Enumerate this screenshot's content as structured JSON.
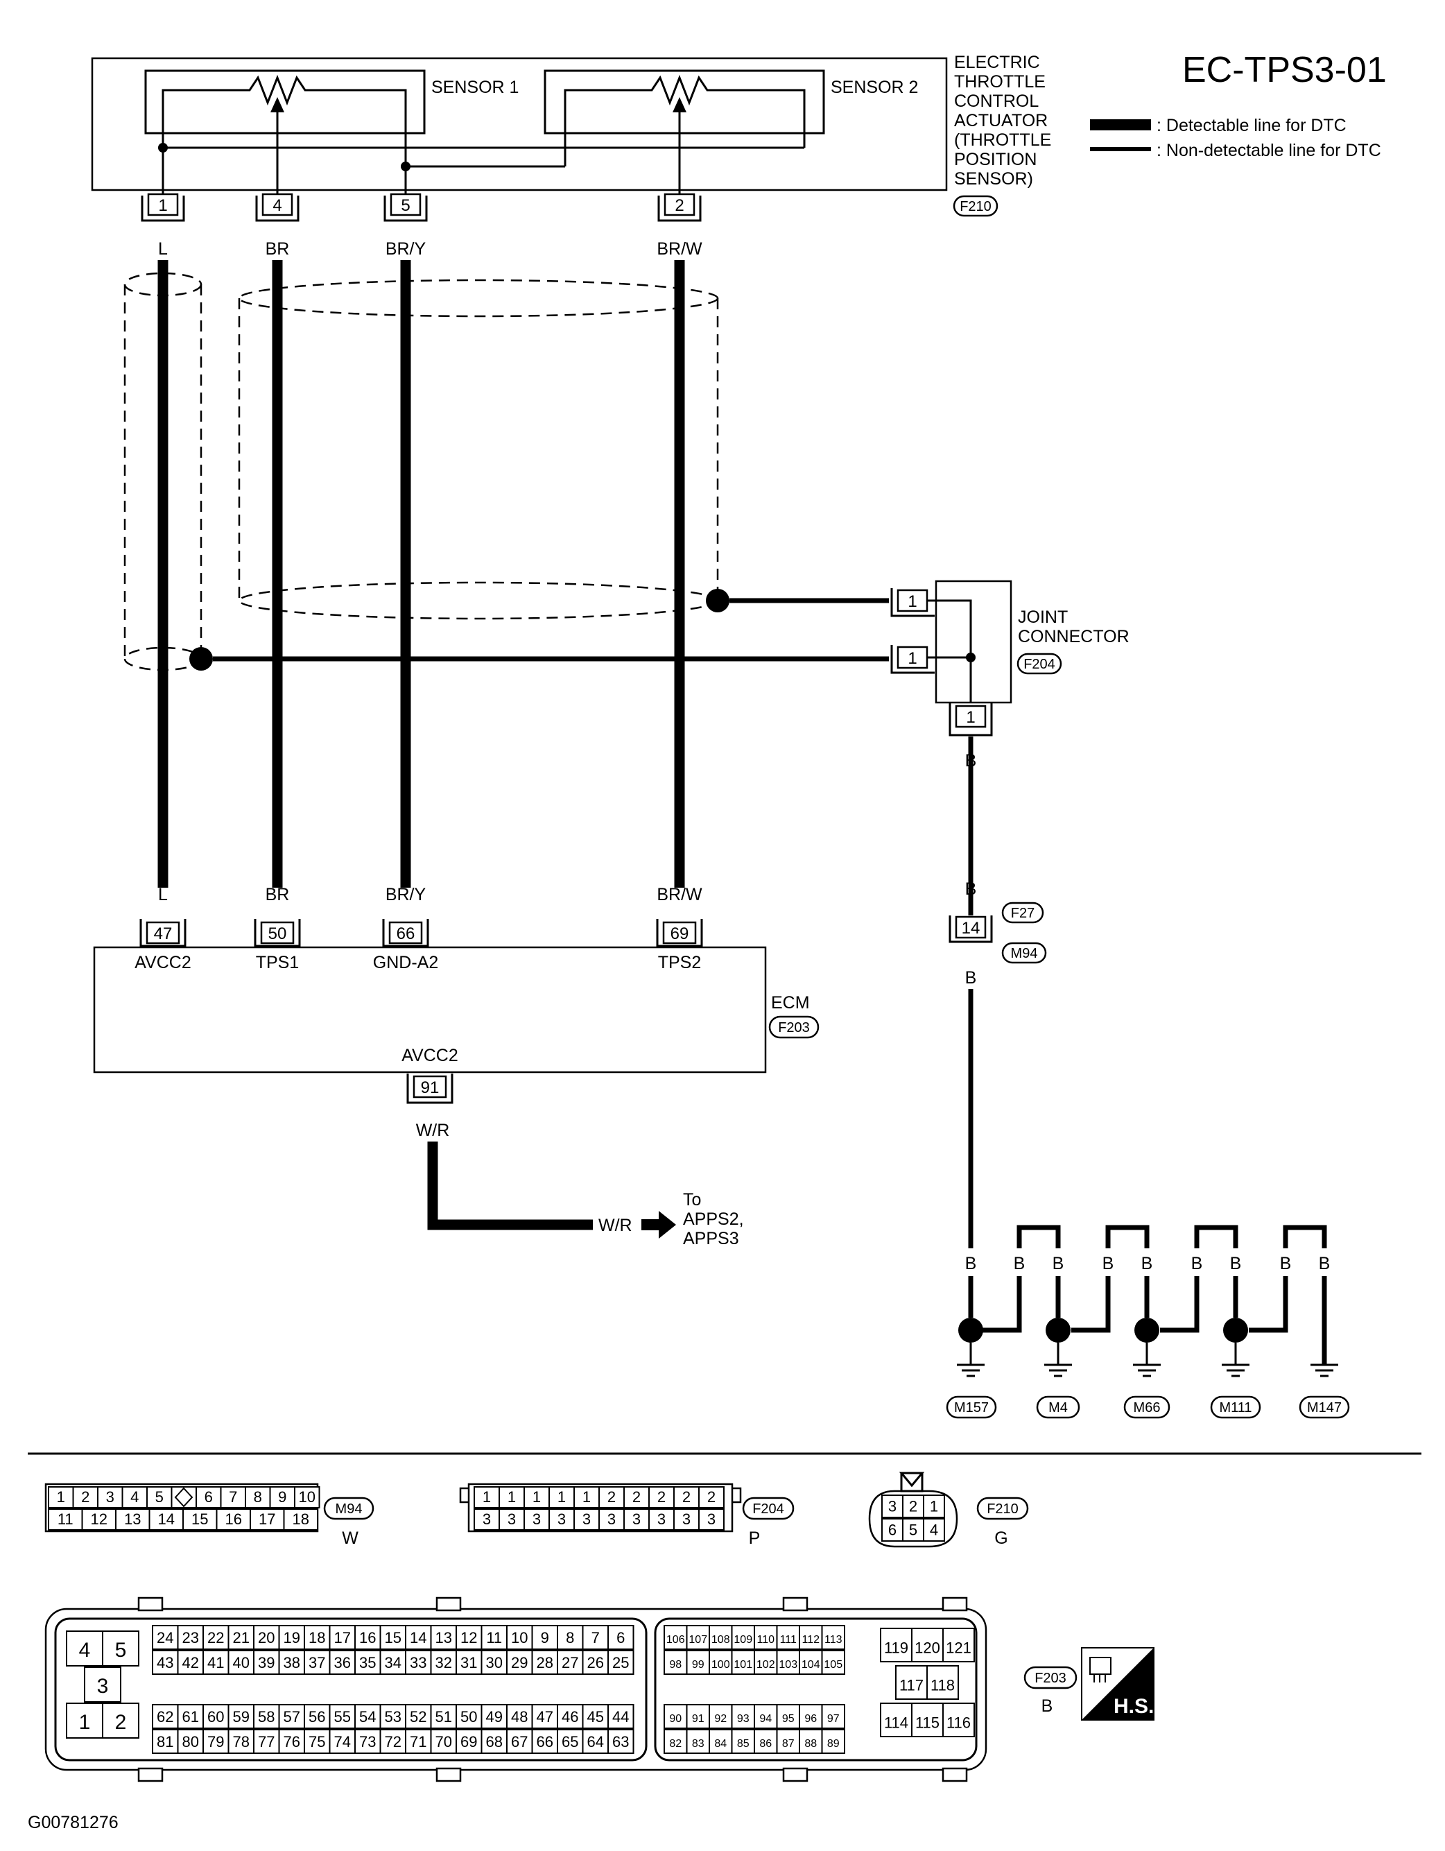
{
  "title": "EC-TPS3-01",
  "legend": {
    "detectable": ": Detectable line for DTC",
    "non_detectable": ": Non-detectable line for DTC"
  },
  "actuator": {
    "label_lines": [
      "ELECTRIC",
      "THROTTLE",
      "CONTROL",
      "ACTUATOR",
      "(THROTTLE",
      "POSITION",
      "SENSOR)"
    ],
    "connector": "F210",
    "sensor1": "SENSOR 1",
    "sensor2": "SENSOR 2",
    "pins": [
      "1",
      "4",
      "5",
      "2"
    ]
  },
  "wire_colors_top": [
    "L",
    "BR",
    "BR/Y",
    "BR/W"
  ],
  "wire_colors_bottom": [
    "L",
    "BR",
    "BR/Y",
    "BR/W"
  ],
  "joint_connector": {
    "label_lines": [
      "JOINT",
      "CONNECTOR"
    ],
    "connector": "F204",
    "pins": [
      "1",
      "1",
      "1"
    ]
  },
  "ground_line": {
    "color_top": "B",
    "color_mid1": "B",
    "color_mid2": "B",
    "relay_pin": "14",
    "conn_upper": "F27",
    "conn_lower": "M94"
  },
  "ecm": {
    "label": "ECM",
    "connector": "F203",
    "pins": [
      "47",
      "50",
      "66",
      "69"
    ],
    "pin_names": [
      "AVCC2",
      "TPS1",
      "GND-A2",
      "TPS2"
    ],
    "bottom_name": "AVCC2",
    "bottom_pin": "91",
    "bottom_wire": "W/R",
    "out_wire": "W/R",
    "to_lines": [
      "To",
      "APPS2,",
      "APPS3"
    ]
  },
  "grounds": {
    "wire_colors": [
      "B",
      "B",
      "B",
      "B",
      "B",
      "B",
      "B",
      "B",
      "B"
    ],
    "labels": [
      "M157",
      "M4",
      "M66",
      "M111",
      "M147"
    ]
  },
  "connector_views": {
    "m94": {
      "label": "M94",
      "color": "W",
      "row1": [
        "1",
        "2",
        "3",
        "4",
        "5",
        "",
        "6",
        "7",
        "8",
        "9",
        "10"
      ],
      "row2": [
        "11",
        "12",
        "13",
        "14",
        "15",
        "16",
        "17",
        "18"
      ]
    },
    "f204": {
      "label": "F204",
      "color": "P",
      "row1": [
        "1",
        "1",
        "1",
        "1",
        "1",
        "2",
        "2",
        "2",
        "2",
        "2"
      ],
      "row2": [
        "3",
        "3",
        "3",
        "3",
        "3",
        "3",
        "3",
        "3",
        "3",
        "3"
      ]
    },
    "f210": {
      "label": "F210",
      "color": "G",
      "row1": [
        "3",
        "2",
        "1"
      ],
      "row2": [
        "6",
        "5",
        "4"
      ]
    },
    "f203": {
      "label": "F203",
      "color": "B",
      "left_top": [
        "4",
        "5"
      ],
      "left_mid": "3",
      "left_bot": [
        "1",
        "2"
      ],
      "a_row1": [
        "24",
        "23",
        "22",
        "21",
        "20",
        "19",
        "18",
        "17",
        "16",
        "15",
        "14",
        "13",
        "12",
        "11",
        "10",
        "9",
        "8",
        "7",
        "6"
      ],
      "a_row2": [
        "43",
        "42",
        "41",
        "40",
        "39",
        "38",
        "37",
        "36",
        "35",
        "34",
        "33",
        "32",
        "31",
        "30",
        "29",
        "28",
        "27",
        "26",
        "25"
      ],
      "a_row3": [
        "62",
        "61",
        "60",
        "59",
        "58",
        "57",
        "56",
        "55",
        "54",
        "53",
        "52",
        "51",
        "50",
        "49",
        "48",
        "47",
        "46",
        "45",
        "44"
      ],
      "a_row4": [
        "81",
        "80",
        "79",
        "78",
        "77",
        "76",
        "75",
        "74",
        "73",
        "72",
        "71",
        "70",
        "69",
        "68",
        "67",
        "66",
        "65",
        "64",
        "63"
      ],
      "b_row1": [
        "106",
        "107",
        "108",
        "109",
        "110",
        "111",
        "112",
        "113"
      ],
      "b_row2": [
        "98",
        "99",
        "100",
        "101",
        "102",
        "103",
        "104",
        "105"
      ],
      "b_row3": [
        "90",
        "91",
        "92",
        "93",
        "94",
        "95",
        "96",
        "97"
      ],
      "b_row4": [
        "82",
        "83",
        "84",
        "85",
        "86",
        "87",
        "88",
        "89"
      ],
      "c_top": [
        "119",
        "120",
        "121"
      ],
      "c_mid": [
        "117",
        "118"
      ],
      "c_bot": [
        "114",
        "115",
        "116"
      ]
    }
  },
  "hs_badge": "H.S.",
  "figure_id": "G00781276"
}
